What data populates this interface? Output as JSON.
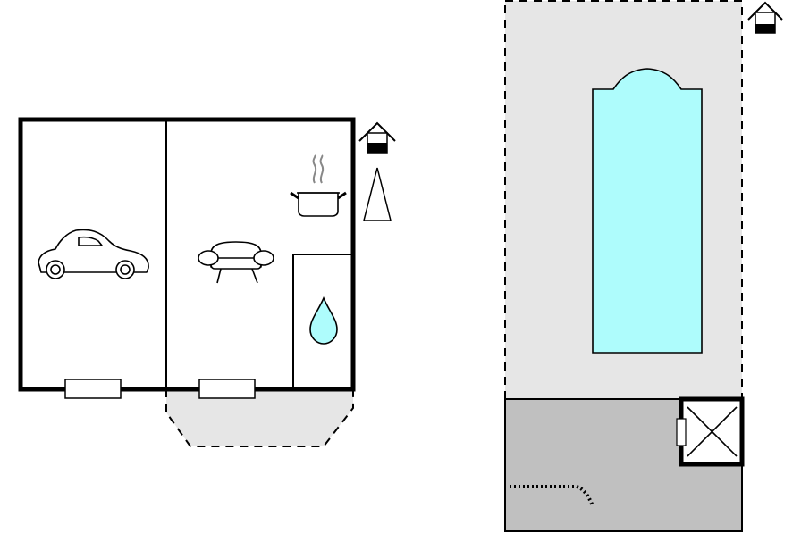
{
  "plan": {
    "building": {
      "rooms": [
        {
          "name": "garage",
          "icon": "car-icon"
        },
        {
          "name": "living-room",
          "icon": "sofa-icon"
        },
        {
          "name": "kitchen",
          "icon": "cooking-pot-icon"
        },
        {
          "name": "bathroom",
          "icon": "water-drop-icon"
        }
      ],
      "windows": 2,
      "terrace": {
        "style": "dashed",
        "fill": "#e6e6e6"
      },
      "icons": [
        "house-icon",
        "north-arrow-icon"
      ]
    },
    "garden": {
      "area": {
        "style": "dashed",
        "fill": "#e6e6e6"
      },
      "pool": {
        "fill": "#aefcfc"
      },
      "paved_area": {
        "fill": "#c0c0c0"
      },
      "icons": [
        "house-icon",
        "stair-icon"
      ]
    },
    "colors": {
      "wall": "#000000",
      "floor": "#ffffff",
      "outdoor": "#e6e6e6",
      "pool": "#aefcfc",
      "paving": "#c0c0c0",
      "water_drop": "#aefcfc",
      "steam": "#888888"
    }
  }
}
